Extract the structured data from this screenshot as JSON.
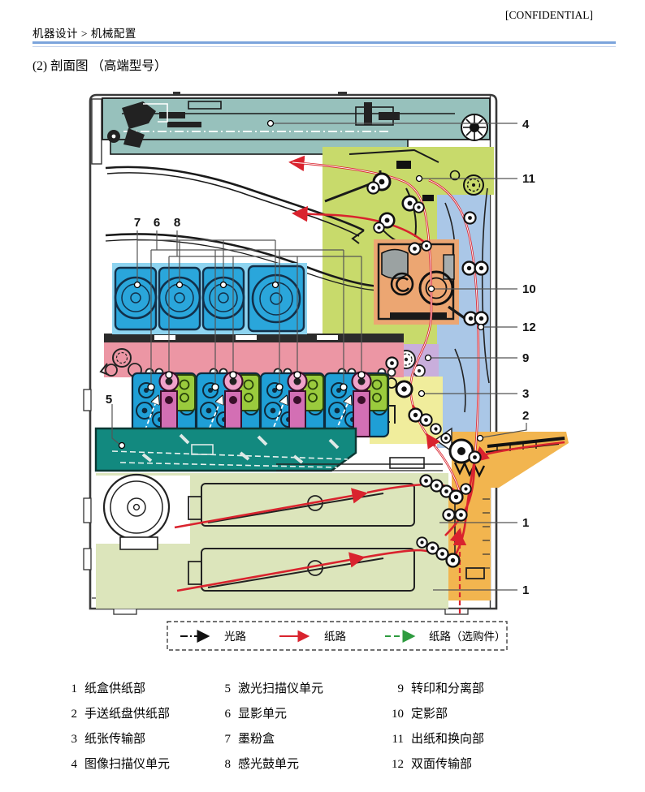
{
  "header": {
    "breadcrumb": "机器设计 > 机械配置",
    "confidential": "[CONFIDENTIAL]"
  },
  "title": "(2) 剖面图 （高端型号）",
  "callouts": {
    "c1": "1",
    "c2": "2",
    "c3": "3",
    "c4": "4",
    "c5": "5",
    "c6": "6",
    "c7": "7",
    "c8": "8",
    "c9": "9",
    "c10": "10",
    "c11": "11",
    "c12": "12"
  },
  "legend": {
    "light_path": "光路",
    "paper_path": "纸路",
    "paper_path_optional": "纸路（选购件）"
  },
  "parts": [
    {
      "num": "1",
      "label": "纸盒供纸部"
    },
    {
      "num": "2",
      "label": "手送纸盘供纸部"
    },
    {
      "num": "3",
      "label": "纸张传输部"
    },
    {
      "num": "4",
      "label": "图像扫描仪单元"
    },
    {
      "num": "5",
      "label": "激光扫描仪单元"
    },
    {
      "num": "6",
      "label": "显影单元"
    },
    {
      "num": "7",
      "label": "墨粉盒"
    },
    {
      "num": "8",
      "label": "感光鼓单元"
    },
    {
      "num": "9",
      "label": "转印和分离部"
    },
    {
      "num": "10",
      "label": "定影部"
    },
    {
      "num": "11",
      "label": "出纸和换向部"
    },
    {
      "num": "12",
      "label": "双面传输部"
    }
  ],
  "colors": {
    "scanner": "#97C1BC",
    "lime": "#C8DA6B",
    "blue_col": "#AAC7E7",
    "toner_bg": "#8ED4F0",
    "toner": "#2AA6DB",
    "pink_band": "#EC96A4",
    "purple": "#C9AEDC",
    "yellow": "#F0ED9C",
    "fixing": "#ECA672",
    "feed_orange": "#F2B54F",
    "cassette": "#DCE5BB",
    "laser": "#12897F",
    "dev_green": "#9ACB3D",
    "drum_pink": "#F0A3CB",
    "magenta": "#D36FB4",
    "paper_path": "#D9232E",
    "optional_path": "#2E9B3F",
    "rule_blue": "#7BA4DC"
  }
}
